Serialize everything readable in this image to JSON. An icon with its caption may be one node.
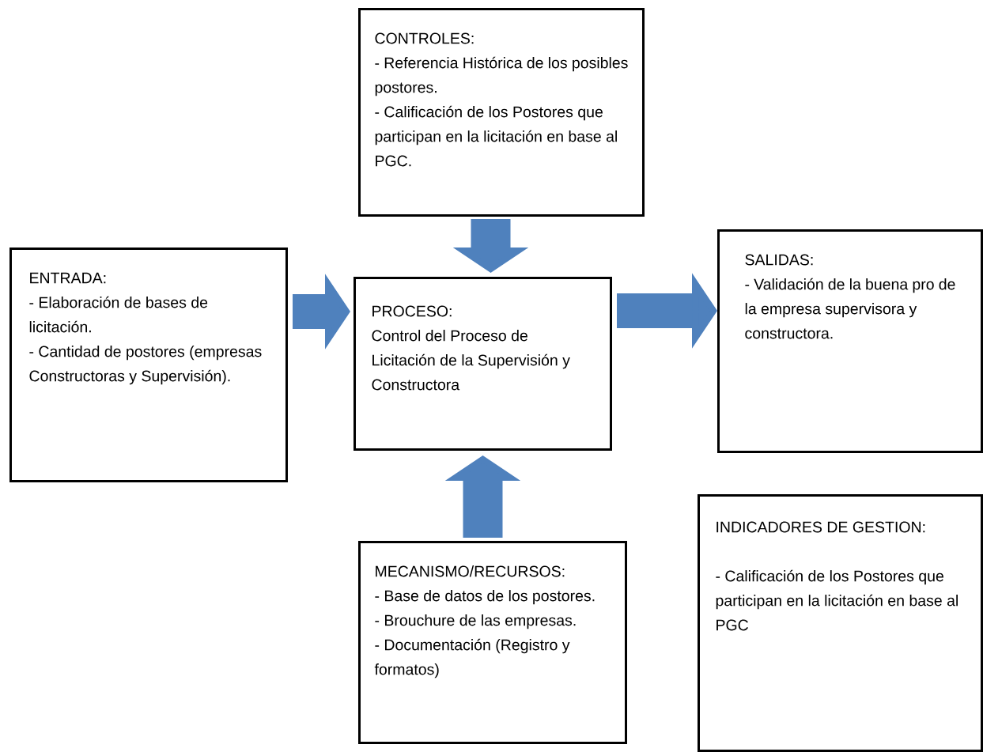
{
  "diagram": {
    "nodes": [
      {
        "text": [
          "CONTROLES:",
          "- Referencia Histórica de los posibles postores.",
          "- Calificación de los Postores que participan en la licitación en base al PGC."
        ]
      },
      {
        "text": [
          "ENTRADA:",
          "- Elaboración de bases de licitación.",
          "- Cantidad de postores (empresas Constructoras y Supervisión)."
        ]
      },
      {
        "text": [
          "PROCESO:",
          "Control del Proceso de Licitación de la Supervisión y Constructora"
        ]
      },
      {
        "text": [
          "SALIDAS:",
          "- Validación de la buena pro de la empresa supervisora y constructora."
        ]
      },
      {
        "text": [
          "INDICADORES DE GESTION:",
          "- Calificación de los Postores que participan en la licitación en base al PGC"
        ]
      },
      {
        "text": [
          "MECANISMO/RECURSOS:",
          "- Base de datos de los postores.",
          "- Brouchure de las empresas.",
          "- Documentación (Registro y formatos)"
        ]
      }
    ],
    "edges": [
      {
        "from": 0,
        "to": 2,
        "arrow": "to"
      },
      {
        "from": 1,
        "to": 2,
        "arrow": "to"
      },
      {
        "from": 2,
        "to": 3,
        "arrow": "to"
      },
      {
        "from": 5,
        "to": 2,
        "arrow": "to"
      }
    ]
  }
}
